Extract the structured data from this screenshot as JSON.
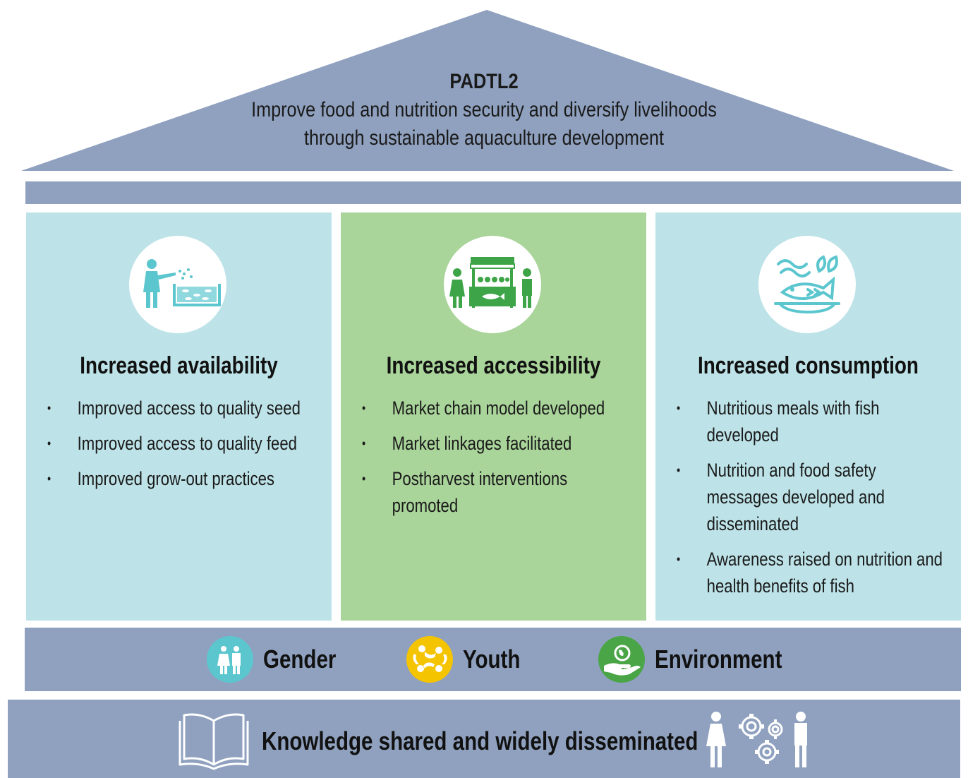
{
  "colors": {
    "structure": "#8fa1bf",
    "pillar_blue": "#bde3e8",
    "pillar_green": "#a9d49a",
    "teal_icon": "#5cc6cf",
    "green_icon": "#3da447",
    "yellow_icon": "#f5c400",
    "env_green": "#4aa547"
  },
  "roof": {
    "title": "PADTL2",
    "subtitle_line1": "Improve food and nutrition security and diversify livelihoods",
    "subtitle_line2": "through sustainable aquaculture development"
  },
  "pillars": [
    {
      "title": "Increased availability",
      "icon": "person-feeding-fish-pond-icon",
      "items": [
        "Improved access to quality seed",
        "Improved access to quality feed",
        "Improved grow-out practices"
      ]
    },
    {
      "title": "Increased accessibility",
      "icon": "fish-market-stall-icon",
      "items": [
        "Market chain model developed",
        "Market linkages facilitated",
        "Postharvest interventions promoted"
      ]
    },
    {
      "title": "Increased consumption",
      "icon": "fish-meal-dish-icon",
      "items": [
        "Nutritious meals with fish developed",
        "Nutrition and food safety messages developed and disseminated",
        "Awareness raised on nutrition and health benefits of fish"
      ]
    }
  ],
  "crosscutting": [
    {
      "label": "Gender",
      "icon": "gender-icon"
    },
    {
      "label": "Youth",
      "icon": "youth-icon"
    },
    {
      "label": "Environment",
      "icon": "environment-icon"
    }
  ],
  "foundation": {
    "label": "Knowledge shared and widely disseminated",
    "icons": [
      "open-book-icon",
      "people-gears-icon"
    ]
  }
}
